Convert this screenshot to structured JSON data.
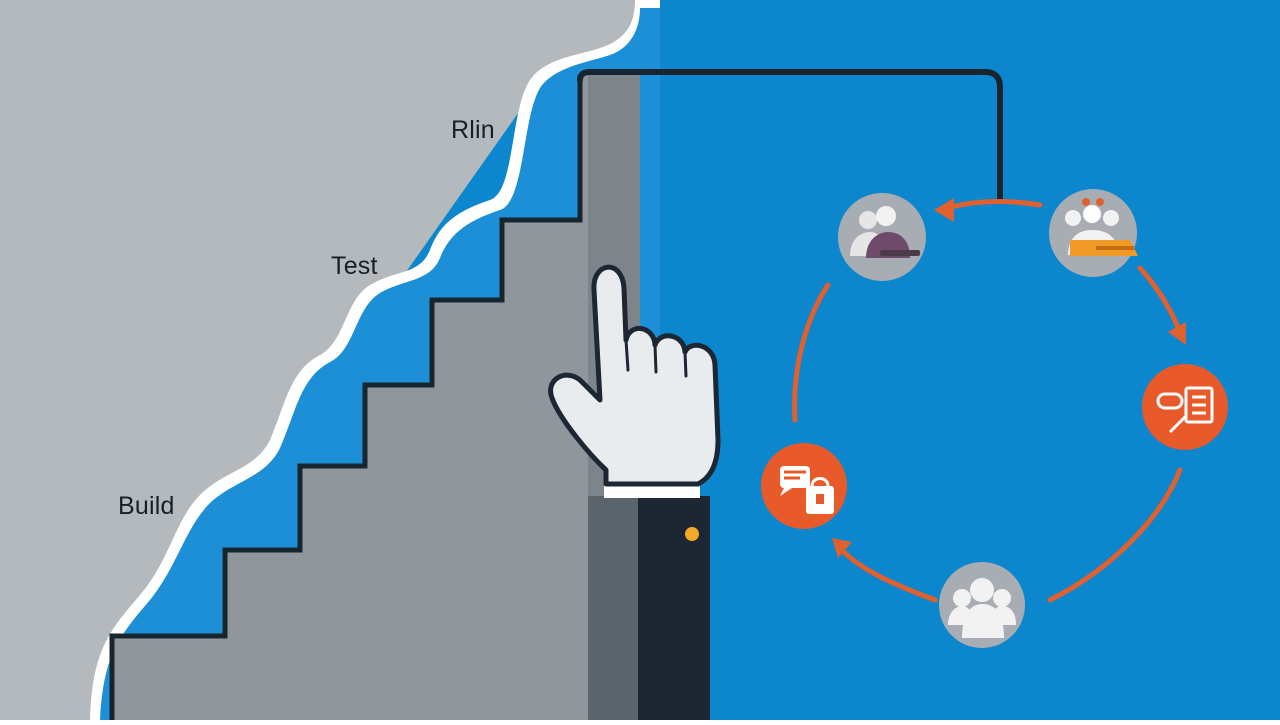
{
  "stairs": {
    "labels": [
      "Build",
      "Test",
      "Rlin"
    ]
  },
  "cycle": {
    "nodes": [
      {
        "icon": "team-group-icon",
        "fill": "#a7adb3"
      },
      {
        "icon": "team-contract-icon",
        "fill": "#a7adb3"
      },
      {
        "icon": "chat-document-icon",
        "fill": "#e85a2a"
      },
      {
        "icon": "users-icon",
        "fill": "#a7adb3"
      },
      {
        "icon": "message-lock-icon",
        "fill": "#e85a2a"
      }
    ],
    "arrow_color": "#e0602e"
  },
  "colors": {
    "left_background": "#b3b9bd",
    "right_background": "#0c86cd",
    "stairs": "#8f969c",
    "stair_outline": "#17252f",
    "wave_blue": "#1c8fd6",
    "hand": "#e9ecef",
    "sleeve": "#1c2733",
    "cufflink": "#f0a92a"
  }
}
